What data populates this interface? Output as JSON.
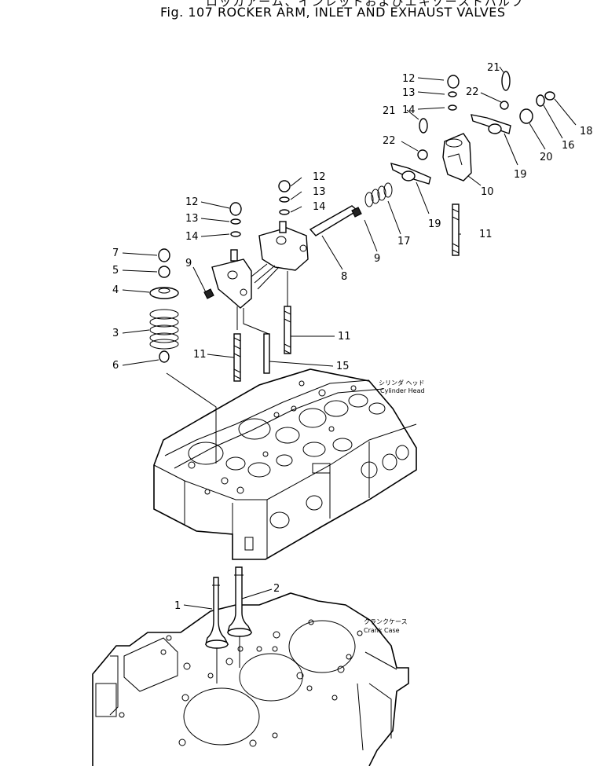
{
  "header": {
    "title_jp": "ロッカアーム、インレットおよびエキゾーストバルブ",
    "title_en": "Fig. 107 ROCKER ARM, INLET AND EXHAUST VALVES"
  },
  "assembly_labels": {
    "cylinder_head_jp": "シリンダ ヘッド",
    "cylinder_head_en": "Cylinder Head",
    "crank_case_jp": "クランクケース",
    "crank_case_en": "Crank Case"
  },
  "callouts": [
    {
      "id": "c-12a",
      "text": "12"
    },
    {
      "id": "c-13a",
      "text": "13"
    },
    {
      "id": "c-14a",
      "text": "14"
    },
    {
      "id": "c-21a",
      "text": "21"
    },
    {
      "id": "c-22a",
      "text": "22"
    },
    {
      "id": "c-21b",
      "text": "21"
    },
    {
      "id": "c-22b",
      "text": "22"
    },
    {
      "id": "c-18",
      "text": "18"
    },
    {
      "id": "c-16",
      "text": "16"
    },
    {
      "id": "c-20",
      "text": "20"
    },
    {
      "id": "c-19a",
      "text": "19"
    },
    {
      "id": "c-10",
      "text": "10"
    },
    {
      "id": "c-12b",
      "text": "12"
    },
    {
      "id": "c-13b",
      "text": "13"
    },
    {
      "id": "c-14b",
      "text": "14"
    },
    {
      "id": "c-12c",
      "text": "12"
    },
    {
      "id": "c-13c",
      "text": "13"
    },
    {
      "id": "c-14c",
      "text": "14"
    },
    {
      "id": "c-19b",
      "text": "19"
    },
    {
      "id": "c-17",
      "text": "17"
    },
    {
      "id": "c-11a",
      "text": "11"
    },
    {
      "id": "c-9a",
      "text": "9"
    },
    {
      "id": "c-8",
      "text": "8"
    },
    {
      "id": "c-7",
      "text": "7"
    },
    {
      "id": "c-5",
      "text": "5"
    },
    {
      "id": "c-4",
      "text": "4"
    },
    {
      "id": "c-9b",
      "text": "9"
    },
    {
      "id": "c-3",
      "text": "3"
    },
    {
      "id": "c-11b",
      "text": "11"
    },
    {
      "id": "c-11c",
      "text": "11"
    },
    {
      "id": "c-6",
      "text": "6"
    },
    {
      "id": "c-15",
      "text": "15"
    },
    {
      "id": "c-1",
      "text": "1"
    },
    {
      "id": "c-2",
      "text": "2"
    }
  ]
}
